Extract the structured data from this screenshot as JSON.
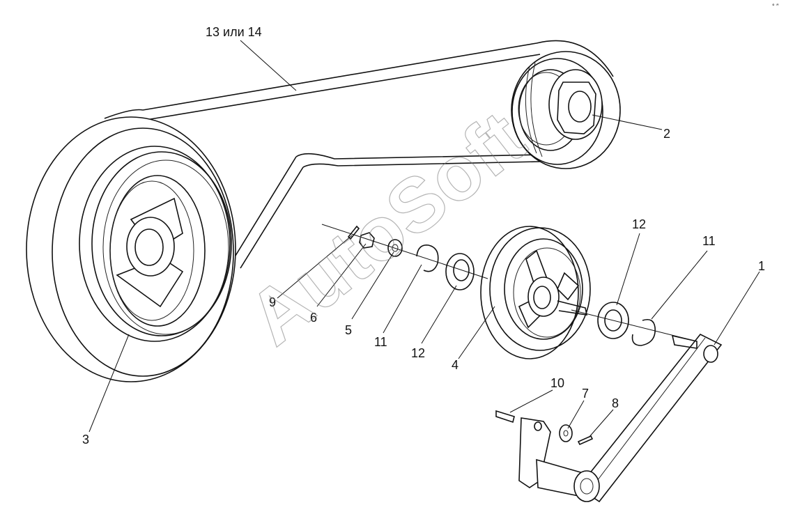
{
  "diagram": {
    "watermark": "AutoSoft",
    "corner_mark": "° ″",
    "labels": {
      "belt": "13 или 14",
      "pulley_driven": "2",
      "pulley_drive": "3",
      "idler_pulley": "4",
      "washer": "5",
      "nut": "6",
      "washer_small": "7",
      "cotter_pin_arm": "8",
      "cotter_pin": "9",
      "pin": "10",
      "retaining_ring_left": "11",
      "retaining_ring_right": "11",
      "bearing_left": "12",
      "bearing_right": "12",
      "tension_arm": "1"
    }
  }
}
